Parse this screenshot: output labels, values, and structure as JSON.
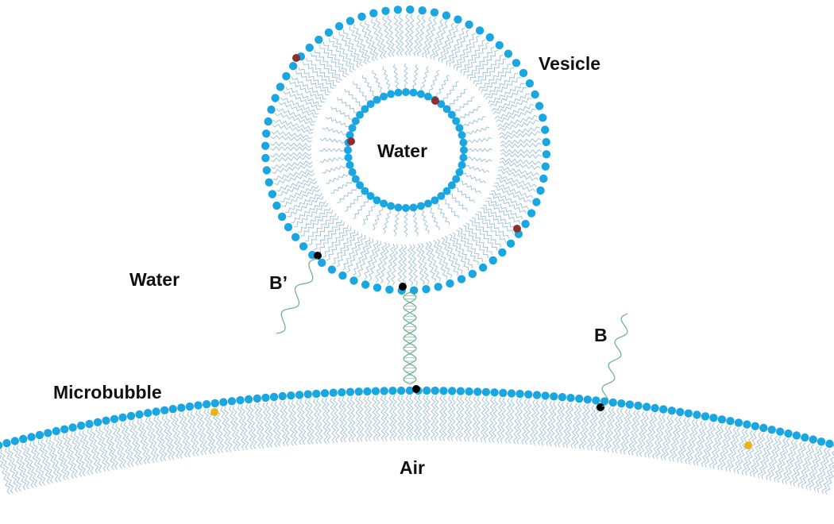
{
  "labels": {
    "vesicle": "Vesicle",
    "water_inner": "Water",
    "water_outer": "Water",
    "b_prime": "B’",
    "b": "B",
    "microbubble": "Microbubble",
    "air": "Air"
  },
  "colors": {
    "headgroup": "#1aa6e0",
    "tail": "#8fb7d0",
    "dna": "#6aae8c",
    "brown_marker": "#8b2f2f",
    "black_marker": "#000000",
    "yellow_marker": "#e8b41a"
  }
}
